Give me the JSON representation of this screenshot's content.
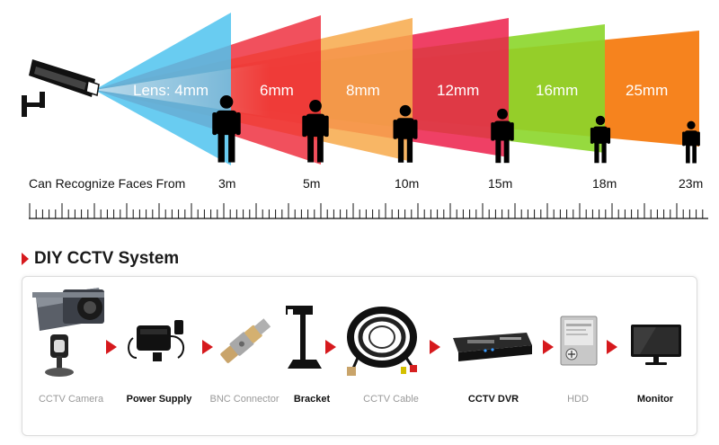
{
  "fov": {
    "lenses": [
      {
        "label": "Lens: 4mm",
        "distance": "3m",
        "color": "#4fc3ee"
      },
      {
        "label": "6mm",
        "distance": "5m",
        "color": "#ee2434"
      },
      {
        "label": "8mm",
        "distance": "10m",
        "color": "#f7a94a"
      },
      {
        "label": "12mm",
        "distance": "15m",
        "color": "#ec1f4a"
      },
      {
        "label": "16mm",
        "distance": "18m",
        "color": "#8bd62a"
      },
      {
        "label": "25mm",
        "distance": "23m",
        "color": "#f57c12"
      }
    ],
    "caption": "Can Recognize Faces From"
  },
  "system": {
    "title": "DIY CCTV System",
    "accent": "#d6191d",
    "items": [
      {
        "label": "CCTV Camera",
        "style": "grey",
        "icon": "bullet-camera-icon"
      },
      {
        "label": "Power Supply",
        "style": "bold",
        "icon": "power-adapter-icon"
      },
      {
        "label": "BNC Connector",
        "style": "grey",
        "icon": "bnc-connector-icon"
      },
      {
        "label": "Bracket",
        "style": "bold",
        "icon": "bracket-icon"
      },
      {
        "label": "CCTV Cable",
        "style": "grey",
        "icon": "coil-cable-icon"
      },
      {
        "label": "CCTV DVR",
        "style": "bold",
        "icon": "dvr-icon"
      },
      {
        "label": "HDD",
        "style": "grey",
        "icon": "hard-drive-icon"
      },
      {
        "label": "Monitor",
        "style": "bold",
        "icon": "monitor-icon"
      }
    ]
  }
}
